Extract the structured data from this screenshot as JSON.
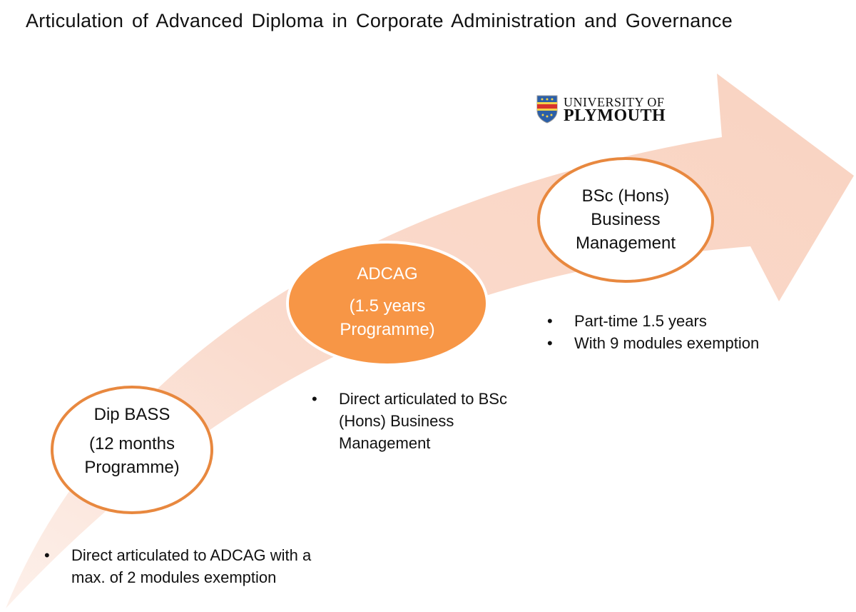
{
  "title": "Articulation of Advanced Diploma in Corporate Administration and Governance",
  "logo": {
    "line1": "UNIVERSITY OF",
    "line2": "PLYMOUTH"
  },
  "colors": {
    "arrow": "#f9d5c5",
    "accent": "#f79646",
    "border": "#e8883f"
  },
  "nodes": [
    {
      "line1": "Dip BASS",
      "line2": "(12 months",
      "line3": "Programme)",
      "bullets": [
        "Direct articulated to ADCAG with a max. of 2 modules exemption"
      ]
    },
    {
      "line1": "ADCAG",
      "line2": "(1.5 years",
      "line3": "Programme)",
      "bullets": [
        "Direct articulated to BSc (Hons) Business Management"
      ]
    },
    {
      "line1": "BSc (Hons)",
      "line2": "Business",
      "line3": "Management",
      "bullets": [
        "Part-time 1.5 years",
        "With 9 modules exemption"
      ]
    }
  ]
}
